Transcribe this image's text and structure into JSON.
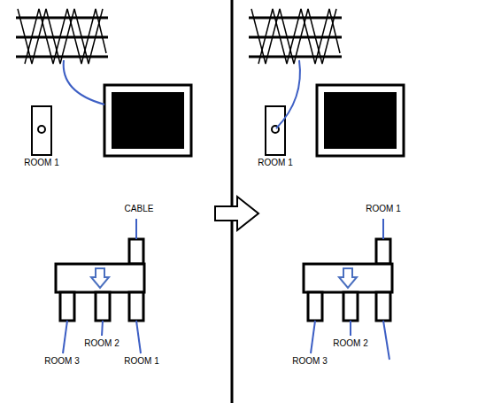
{
  "diagram": {
    "labels": [
      "ROOM 1",
      "CABLE",
      "ROOM 2",
      "ROOM 3",
      "ROOM 1",
      "ROOM 1",
      "ROOM 1",
      "ROOM 2",
      "ROOM 3"
    ]
  }
}
